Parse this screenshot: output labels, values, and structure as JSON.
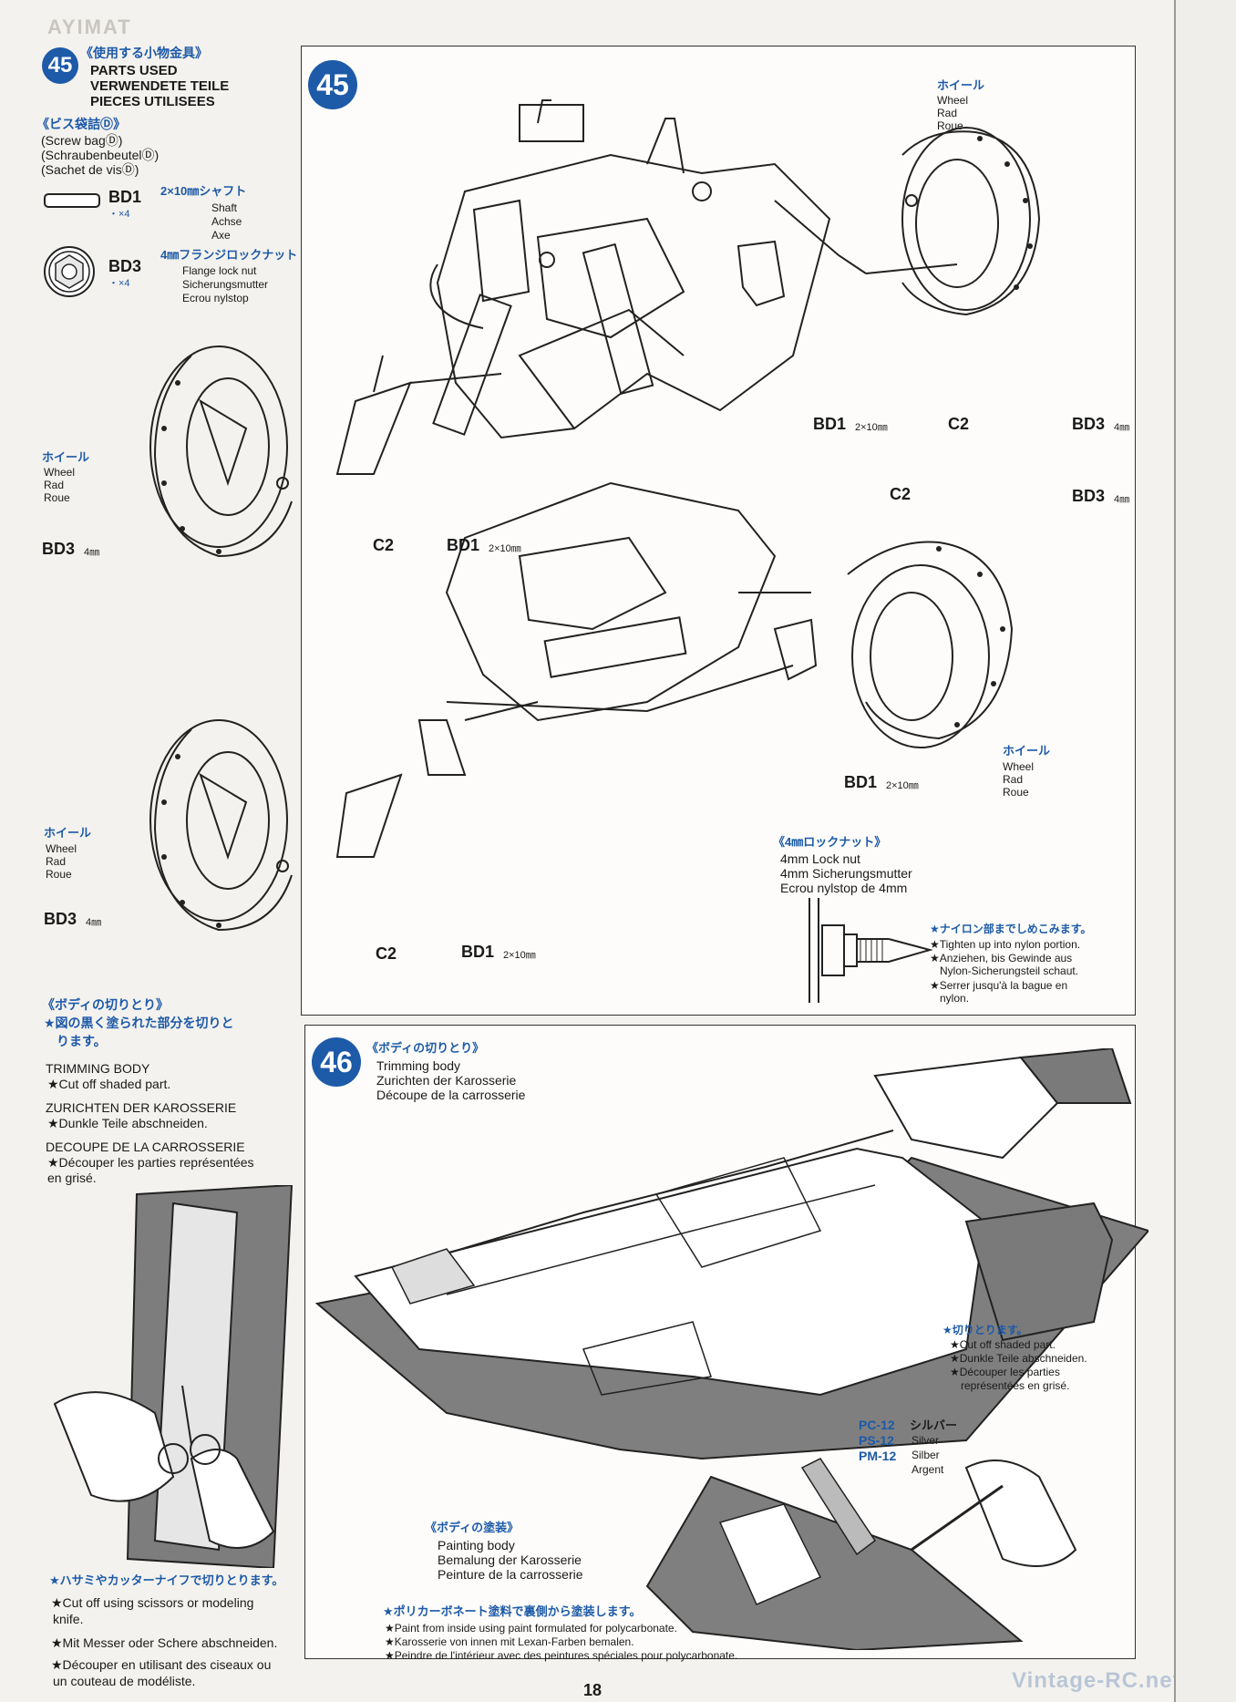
{
  "header": {
    "brand": "AYIMAT"
  },
  "step45": {
    "number": "45",
    "parts_title_jp": "《使用する小物金具》",
    "parts_title_en": "PARTS USED",
    "parts_title_de": "VERWENDETE TEILE",
    "parts_title_fr": "PIECES UTILISEES",
    "bag_jp": "《ビス袋詰Ⓓ》",
    "bag_en": "(Screw bagⒹ)",
    "bag_de": "(SchraubenbeutelⒹ)",
    "bag_fr": "(Sachet de visⒹ)",
    "part1_code": "BD1",
    "part1_qty": "・×4",
    "part1_jp": "2×10㎜シャフト",
    "part1_en": "Shaft",
    "part1_de": "Achse",
    "part1_fr": "Axe",
    "part2_code": "BD3",
    "part2_qty": "・×4",
    "part2_jp": "4㎜フランジロックナット",
    "part2_en": "Flange lock nut",
    "part2_de": "Sicherungsmutter",
    "part2_fr": "Ecrou nylstop",
    "wheel_jp": "ホイール",
    "wheel_en": "Wheel",
    "wheel_de": "Rad",
    "wheel_fr": "Roue",
    "c2": "C2",
    "bd1": "BD1",
    "bd1_size": "2×10㎜",
    "bd3": "BD3",
    "bd3_size": "4㎜",
    "locknut_jp": "《4㎜ロックナット》",
    "locknut_en": "4mm Lock nut",
    "locknut_de": "4mm Sicherungsmutter",
    "locknut_fr": "Ecrou nylstop de 4mm",
    "nylon_jp": "★ナイロン部までしめこみます。",
    "nylon_en": "★Tighten up into nylon portion.",
    "nylon_de1": "★Anziehen, bis Gewinde aus",
    "nylon_de2": "Nylon-Sicherungsteil schaut.",
    "nylon_fr1": "★Serrer jusqu'à la bague en",
    "nylon_fr2": "nylon."
  },
  "left_trim": {
    "title_jp": "《ボディの切りとり》",
    "note_jp1": "★図の黒く塗られた部分を切りと",
    "note_jp2": "ります。",
    "en_title": "TRIMMING BODY",
    "en_note": "★Cut off shaded part.",
    "de_title": "ZURICHTEN DER KAROSSERIE",
    "de_note": "★Dunkle Teile abschneiden.",
    "fr_title": "DECOUPE DE LA CARROSSERIE",
    "fr_note1": "★Découper les parties représentées",
    "fr_note2": "en grisé.",
    "scissors_jp": "★ハサミやカッターナイフで切りとります。",
    "scissors_en1": "★Cut off using scissors or modeling",
    "scissors_en2": "knife.",
    "scissors_de": "★Mit Messer oder Schere abschneiden.",
    "scissors_fr1": "★Découper en utilisant des ciseaux ou",
    "scissors_fr2": "un couteau de modéliste."
  },
  "step46": {
    "number": "46",
    "title_jp": "《ボディの切りとり》",
    "title_en": "Trimming body",
    "title_de": "Zurichten der Karosserie",
    "title_fr": "Découpe de la carrosserie",
    "cut_jp": "★切りとります。",
    "cut_en": "★Cut off shaded part.",
    "cut_de": "★Dunkle Teile abschneiden.",
    "cut_fr1": "★Découper les parties",
    "cut_fr2": "représentées en grisé.",
    "paint1": "PC-12",
    "paint2": "PS-12",
    "paint3": "PM-12",
    "paint_jp": "シルバー",
    "paint_en": "Silver",
    "paint_de": "Silber",
    "paint_fr": "Argent",
    "painting_jp": "《ボディの塗装》",
    "painting_en": "Painting body",
    "painting_de": "Bemalung der Karosserie",
    "painting_fr": "Peinture de la carrosserie",
    "poly_jp": "★ポリカーボネート塗料で裏側から塗装します。",
    "poly_en": "★Paint from inside using paint formulated for polycarbonate.",
    "poly_de": "★Karosserie von innen mit Lexan-Farben bemalen.",
    "poly_fr": "★Peindre de l'intérieur avec des peintures spéciales pour polycarbonate."
  },
  "footer": {
    "page_number": "18",
    "watermark": "Vintage-RC.net"
  }
}
